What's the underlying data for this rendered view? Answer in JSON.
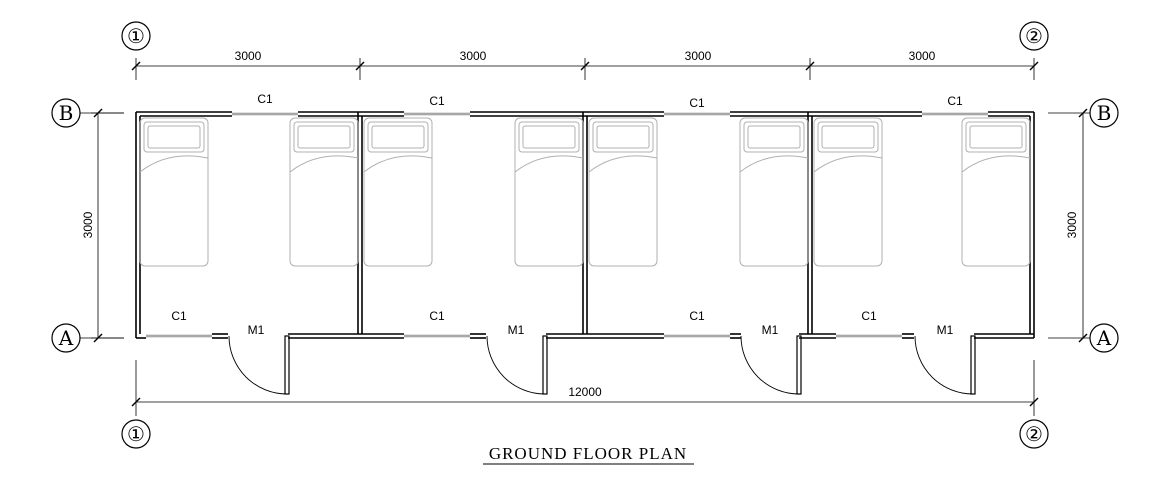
{
  "title": "GROUND FLOOR PLAN",
  "axes": {
    "col_left": "①",
    "col_right": "②",
    "row_top": "B",
    "row_bottom": "A"
  },
  "dimensions": {
    "bays": [
      "3000",
      "3000",
      "3000",
      "3000"
    ],
    "total": "12000",
    "depth_left": "3000",
    "depth_right": "3000"
  },
  "labels": {
    "window": "C1",
    "door": "M1"
  },
  "colors": {
    "line": "#000000",
    "furniture": "#b0b0b0",
    "window": "#8a8a8a"
  }
}
